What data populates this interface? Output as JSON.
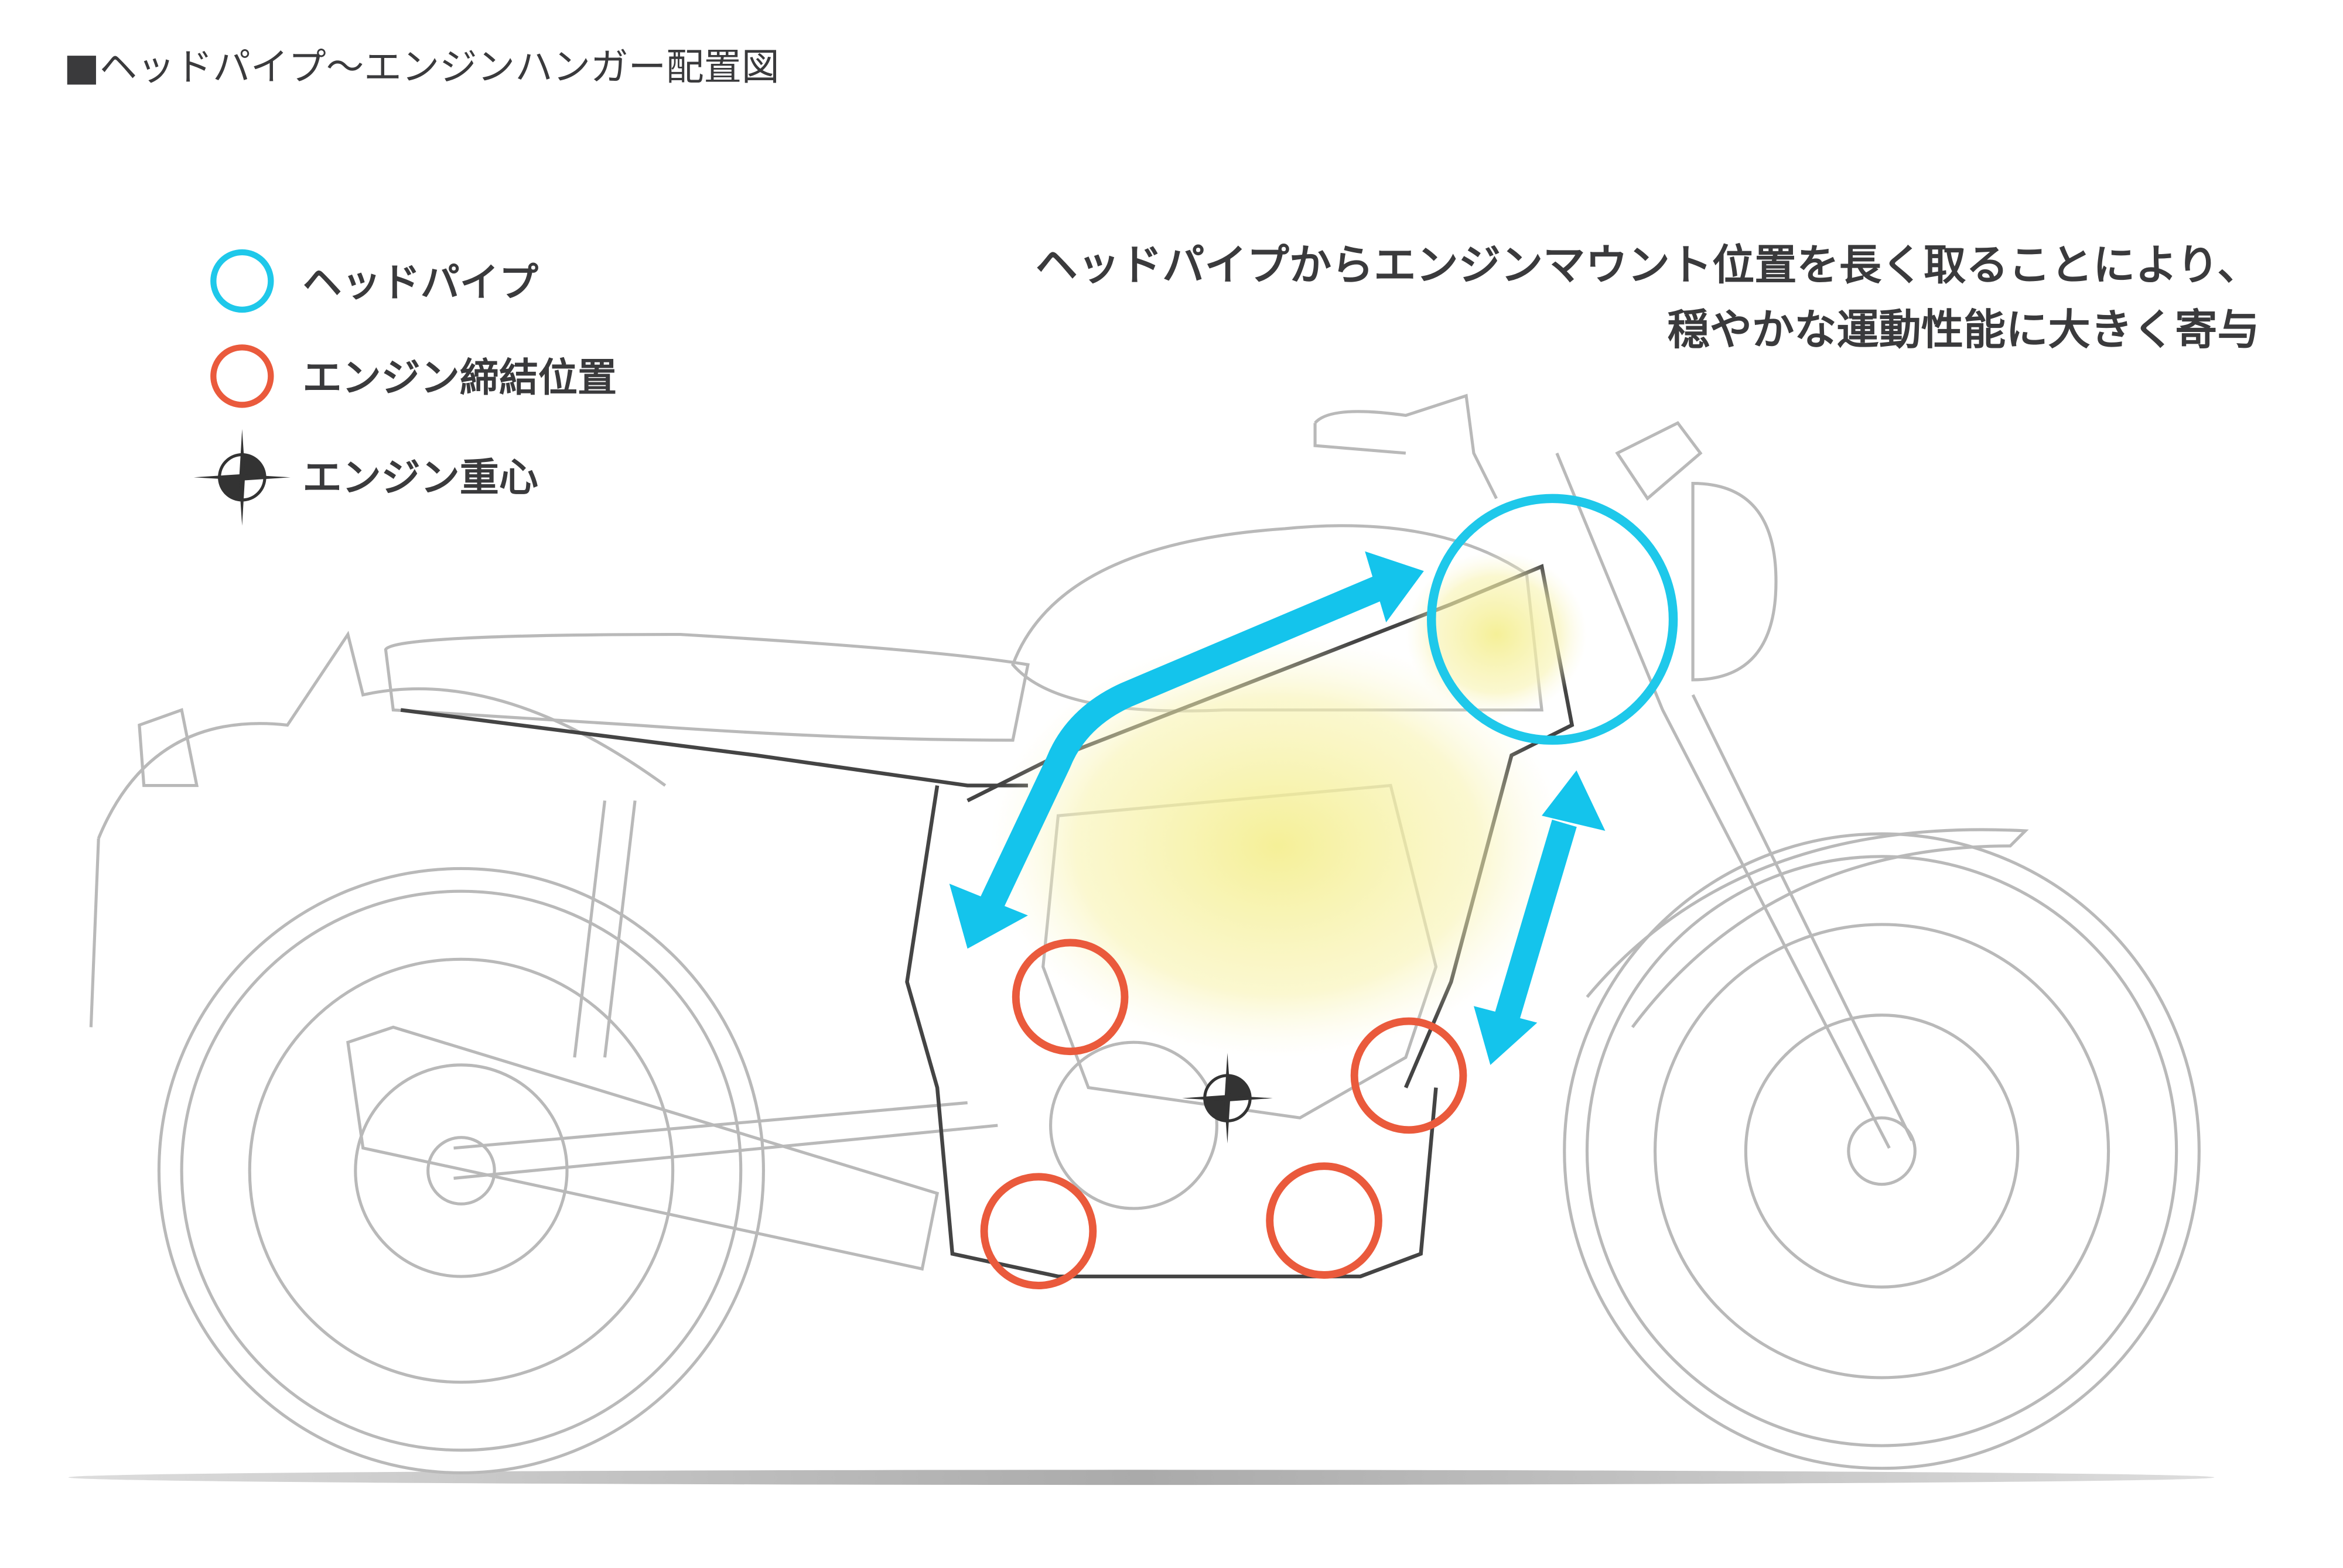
{
  "title": "■ヘッドパイプ〜エンジンハンガー配置図",
  "legend": {
    "items": [
      {
        "label": "ヘッドパイプ",
        "color": "#1ec8ea",
        "icon": "blue-circle-icon"
      },
      {
        "label": "エンジン締結位置",
        "color": "#ea5a3c",
        "icon": "red-circle-icon"
      },
      {
        "label": "エンジン重心",
        "color": "#333333",
        "icon": "center-of-gravity-icon"
      }
    ]
  },
  "caption": {
    "line1": "ヘッドパイプからエンジンマウント位置を長く取ることにより、",
    "line2": "穏やかな運動性能に大きく寄与"
  },
  "colors": {
    "arrow": "#14c4ec",
    "headpipe_circle": "#1ec8ea",
    "mount_circle": "#ea5a3c",
    "engine_glow": "#f6f0a0",
    "text": "#3a3a3c"
  }
}
